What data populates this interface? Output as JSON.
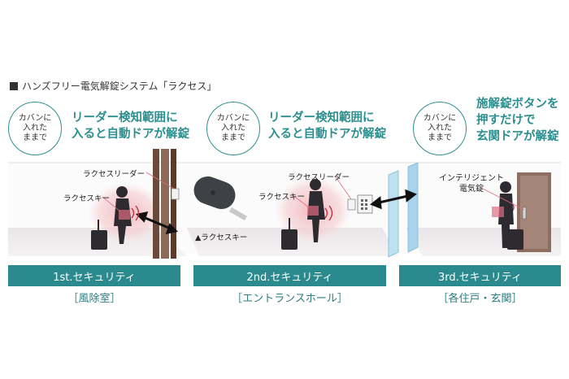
{
  "title": "ハンズフリー電気解錠システム「ラクセス」",
  "scenes": [
    {
      "bubble_lines": [
        "カバンに",
        "入れた",
        "ままで"
      ],
      "callout_lines": [
        "リーダー検知範囲に",
        "入ると自動ドアが解錠"
      ],
      "label_reader": "ラクセスリーダー",
      "label_key": "ラクセスキー",
      "band": "1st.セキュリティ",
      "sub": "［風除室］"
    },
    {
      "bubble_lines": [
        "カバンに",
        "入れた",
        "ままで"
      ],
      "callout_lines": [
        "リーダー検知範囲に",
        "入ると自動ドアが解錠"
      ],
      "label_reader": "ラクセスリーダー",
      "label_key": "ラクセスキー",
      "key_caption": "▲ラクセスキー",
      "band": "2nd.セキュリティ",
      "sub": "［エントランスホール］"
    },
    {
      "bubble_lines": [
        "カバンに",
        "入れた",
        "ままで"
      ],
      "callout_lines": [
        "施解錠ボタンを",
        "押すだけで",
        "玄関ドアが解錠"
      ],
      "label_lock_lines": [
        "インテリジェント",
        "電気錠"
      ],
      "band": "3rd.セキュリティ",
      "sub": "［各住戸・玄関］"
    }
  ],
  "colors": {
    "teal": "#2b8a8d",
    "pink_glow": "#f4c9cc",
    "glass_blue": "#a9d3ec",
    "door_brown": "#6b4a3a"
  }
}
